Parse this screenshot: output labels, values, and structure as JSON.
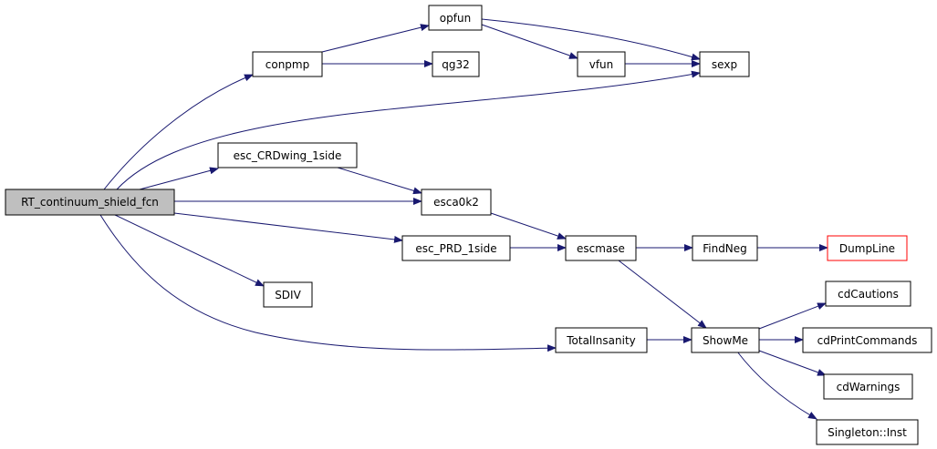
{
  "colors": {
    "edge": "#191970",
    "node_border": "#000000",
    "root_fill": "#bfbfbf",
    "truncated_border": "#ff0000",
    "node_fill": "#ffffff"
  },
  "nodes": {
    "root": "RT_continuum_shield_fcn",
    "conpmp": "conpmp",
    "opfun": "opfun",
    "qg32": "qg32",
    "vfun": "vfun",
    "sexp": "sexp",
    "esc_crdwing": "esc_CRDwing_1side",
    "esca0k2": "esca0k2",
    "esc_prd": "esc_PRD_1side",
    "escmase": "escmase",
    "findneg": "FindNeg",
    "dumpline": "DumpLine",
    "sdiv": "SDIV",
    "totalinsanity": "TotalInsanity",
    "showme": "ShowMe",
    "cdcautions": "cdCautions",
    "cdprintcommands": "cdPrintCommands",
    "cdwarnings": "cdWarnings",
    "singleton": "Singleton::Inst"
  }
}
